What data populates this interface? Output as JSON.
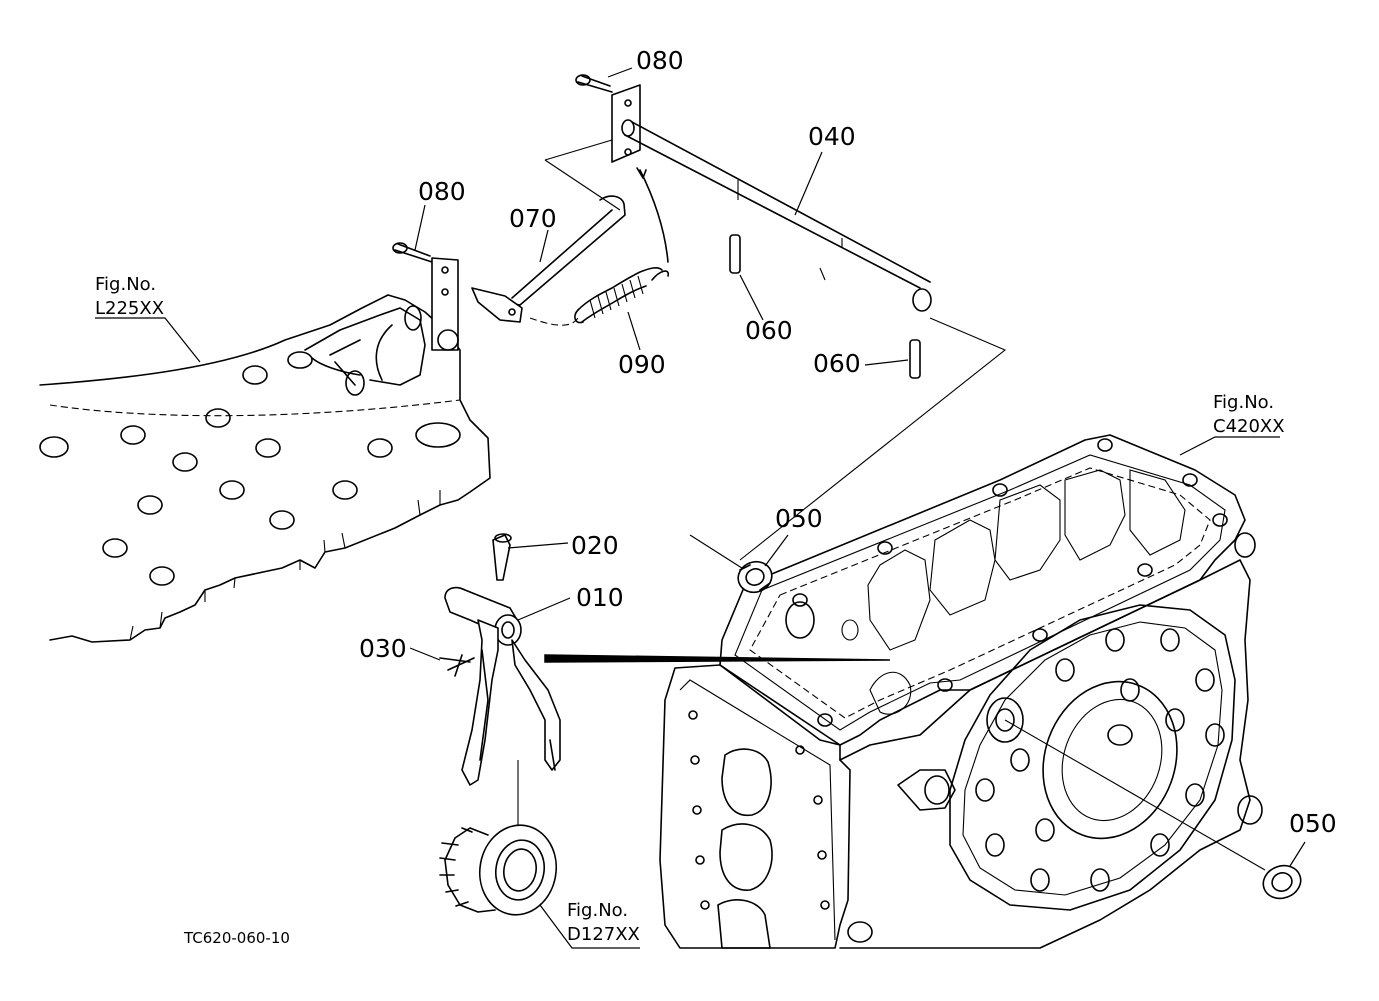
{
  "callouts": {
    "c080a": "080",
    "c040": "040",
    "c080b": "080",
    "c070": "070",
    "c060a": "060",
    "c090": "090",
    "c060b": "060",
    "c050a": "050",
    "c020": "020",
    "c010": "010",
    "c030": "030",
    "c050b": "050"
  },
  "references": {
    "l225": {
      "label": "Fig.No.",
      "code": "L225XX"
    },
    "c420": {
      "label": "Fig.No.",
      "code": "C420XX"
    },
    "d127": {
      "label": "Fig.No.",
      "code": "D127XX"
    }
  },
  "drawing_code": "TC620-060-10"
}
